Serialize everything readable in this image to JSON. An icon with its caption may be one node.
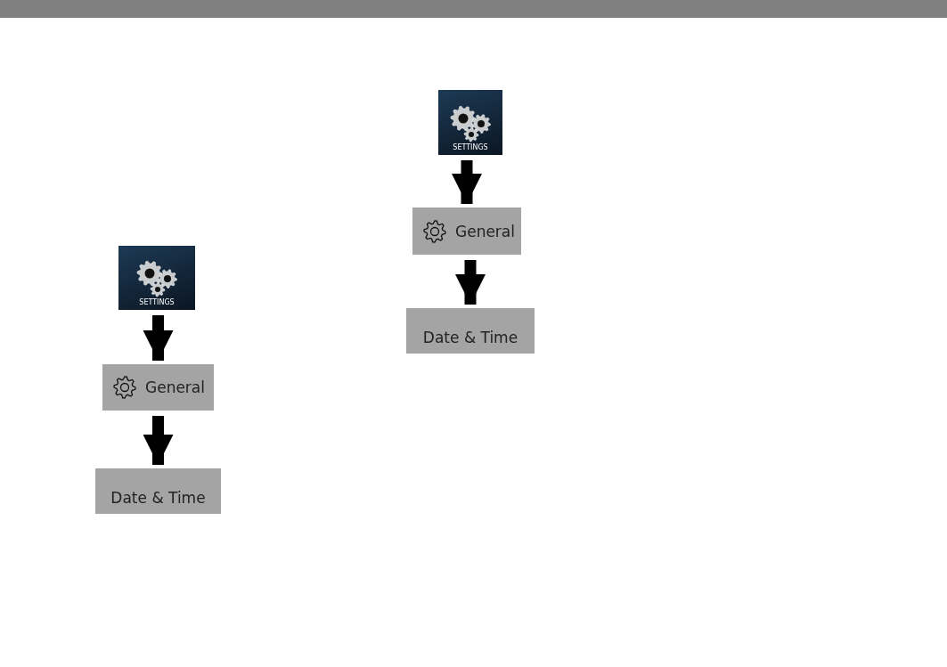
{
  "diagram": {
    "nodes": [
      {
        "text": [
          "SETTINGS"
        ]
      },
      {
        "text": [
          "General"
        ]
      },
      {
        "text": [
          "Date & Time"
        ]
      },
      {
        "text": [
          "SETTINGS"
        ]
      },
      {
        "text": [
          "General"
        ]
      },
      {
        "text": [
          "Date & Time"
        ]
      }
    ],
    "edges": [
      {
        "from": 0,
        "to": 1,
        "arrow": "to"
      },
      {
        "from": 1,
        "to": 2,
        "arrow": "to"
      },
      {
        "from": 3,
        "to": 4,
        "arrow": "to"
      },
      {
        "from": 4,
        "to": 5,
        "arrow": "to"
      }
    ]
  }
}
